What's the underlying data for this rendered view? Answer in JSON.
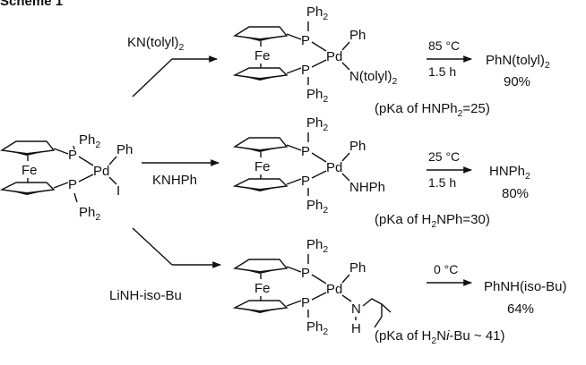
{
  "header": {
    "title": "Scheme 1"
  },
  "start_complex": {
    "ph2_top": "Ph",
    "ph2_top_sub": "2",
    "p_top": "P",
    "fe": "Fe",
    "pd": "Pd",
    "p_bot": "P",
    "ph2_bot": "Ph",
    "ph2_bot_sub": "2",
    "ph": "Ph",
    "halide": "I"
  },
  "reactions": [
    {
      "reagent": "KN(tolyl)",
      "reagent_sub": "2",
      "intermediate": {
        "ph2_top": "Ph",
        "ph2_top_sub": "2",
        "p_top": "P",
        "fe": "Fe",
        "pd": "Pd",
        "p_bot": "P",
        "ph2_bot": "Ph",
        "ph2_bot_sub": "2",
        "ph": "Ph",
        "amido": "N(tolyl)",
        "amido_sub": "2"
      },
      "condition_temp": "85 °C",
      "condition_time": "1.5 h",
      "product": "PhN(tolyl)",
      "product_sub": "2",
      "yield": "90%",
      "pka_note": "(pKa of HNPh",
      "pka_note_sub": "2",
      "pka_note_tail": "=25)"
    },
    {
      "reagent": "KNHPh",
      "intermediate": {
        "ph2_top": "Ph",
        "ph2_top_sub": "2",
        "p_top": "P",
        "fe": "Fe",
        "pd": "Pd",
        "p_bot": "P",
        "ph2_bot": "Ph",
        "ph2_bot_sub": "2",
        "ph": "Ph",
        "amido": "NHPh"
      },
      "condition_temp": "25 °C",
      "condition_time": "1.5 h",
      "product": "HNPh",
      "product_sub": "2",
      "yield": "80%",
      "pka_note": "(pKa of H",
      "pka_note_sub": "2",
      "pka_note_tail": "NPh=30)"
    },
    {
      "reagent": "LiNH-iso-Bu",
      "intermediate": {
        "ph2_top": "Ph",
        "ph2_top_sub": "2",
        "p_top": "P",
        "fe": "Fe",
        "pd": "Pd",
        "p_bot": "P",
        "ph2_bot": "Ph",
        "ph2_bot_sub": "2",
        "ph": "Ph",
        "amido_n": "N",
        "amido_h": "H"
      },
      "condition_temp": "0 °C",
      "product": "PhNH(iso-Bu)",
      "yield": "64%",
      "pka_note": "(pKa of H",
      "pka_note_sub": "2",
      "pka_note_mid": "N",
      "pka_note_ital": "i",
      "pka_note_tail": "-Bu ~ 41)"
    }
  ]
}
